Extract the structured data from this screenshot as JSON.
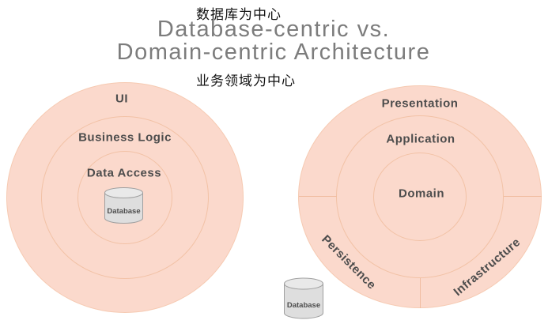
{
  "header": {
    "annotation_top": "数据库为中心",
    "title_line1": "Database-centric vs.",
    "title_line2": "Domain-centric Architecture",
    "annotation_bottom": "业务领域为中心"
  },
  "left_diagram": {
    "name": "Database-centric",
    "rings": [
      {
        "label": "UI"
      },
      {
        "label": "Business Logic"
      },
      {
        "label": "Data Access"
      }
    ],
    "center_database_label": "Database"
  },
  "right_diagram": {
    "name": "Domain-centric",
    "rings": [
      {
        "label": "Presentation"
      },
      {
        "label": "Application"
      },
      {
        "label": "Domain"
      }
    ],
    "sectors": [
      {
        "label": "Persistence"
      },
      {
        "label": "Infrastructure"
      }
    ],
    "external_database_label": "Database"
  },
  "colors": {
    "ring_fill": "#fbd9cc",
    "ring_stroke": "#f2c2a6",
    "label_text": "#4d4d4d",
    "title_text": "#7c7c7c",
    "annotation_text": "#111111",
    "cylinder_fill": "#dedede",
    "cylinder_top_fill": "#e9e9e9",
    "cylinder_stroke": "#9f9f9f"
  }
}
